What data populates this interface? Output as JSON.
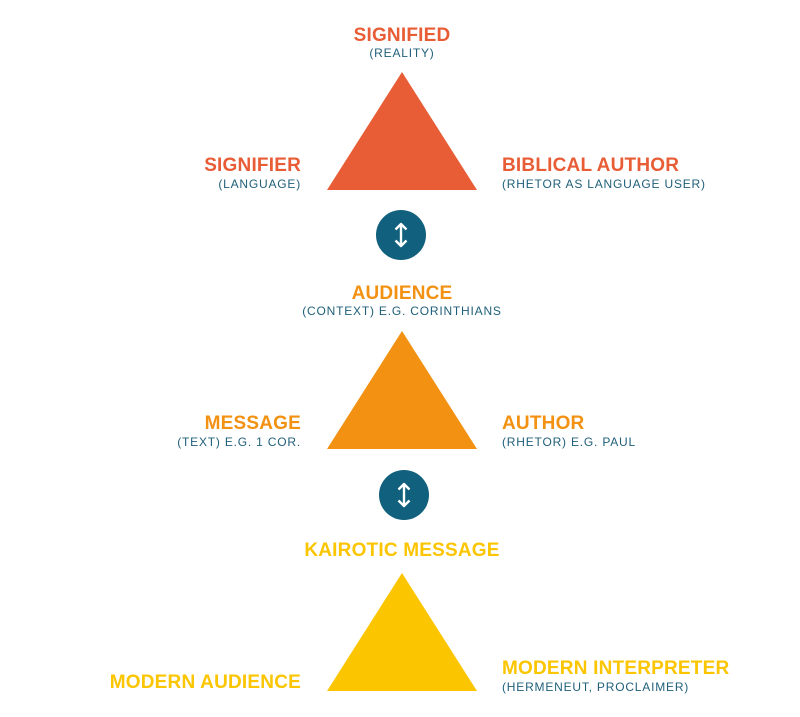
{
  "colors": {
    "level1": "#e85d35",
    "level2": "#f29112",
    "level3": "#fbc500",
    "subtext": "#1f5f7a",
    "connector": "#11607d"
  },
  "level1": {
    "top": {
      "title": "SIGNIFIED",
      "sub": "(REALITY)"
    },
    "left": {
      "title": "SIGNIFIER",
      "sub": "(LANGUAGE)"
    },
    "right": {
      "title": "BIBLICAL AUTHOR",
      "sub": "(RHETOR AS LANGUAGE USER)"
    }
  },
  "connector1": {
    "icon": "up-down-arrow-icon"
  },
  "level2": {
    "top": {
      "title": "AUDIENCE",
      "sub": "(CONTEXT) E.G. CORINTHIANS"
    },
    "left": {
      "title": "MESSAGE",
      "sub": "(TEXT) E.G. 1 COR."
    },
    "right": {
      "title": "AUTHOR",
      "sub": "(RHETOR) E.G. PAUL"
    }
  },
  "connector2": {
    "icon": "up-down-arrow-icon"
  },
  "level3": {
    "top": {
      "title": "KAIROTIC MESSAGE"
    },
    "left": {
      "title": "MODERN AUDIENCE"
    },
    "right": {
      "title": "MODERN INTERPRETER",
      "sub": "(HERMENEUT, PROCLAIMER)"
    }
  }
}
